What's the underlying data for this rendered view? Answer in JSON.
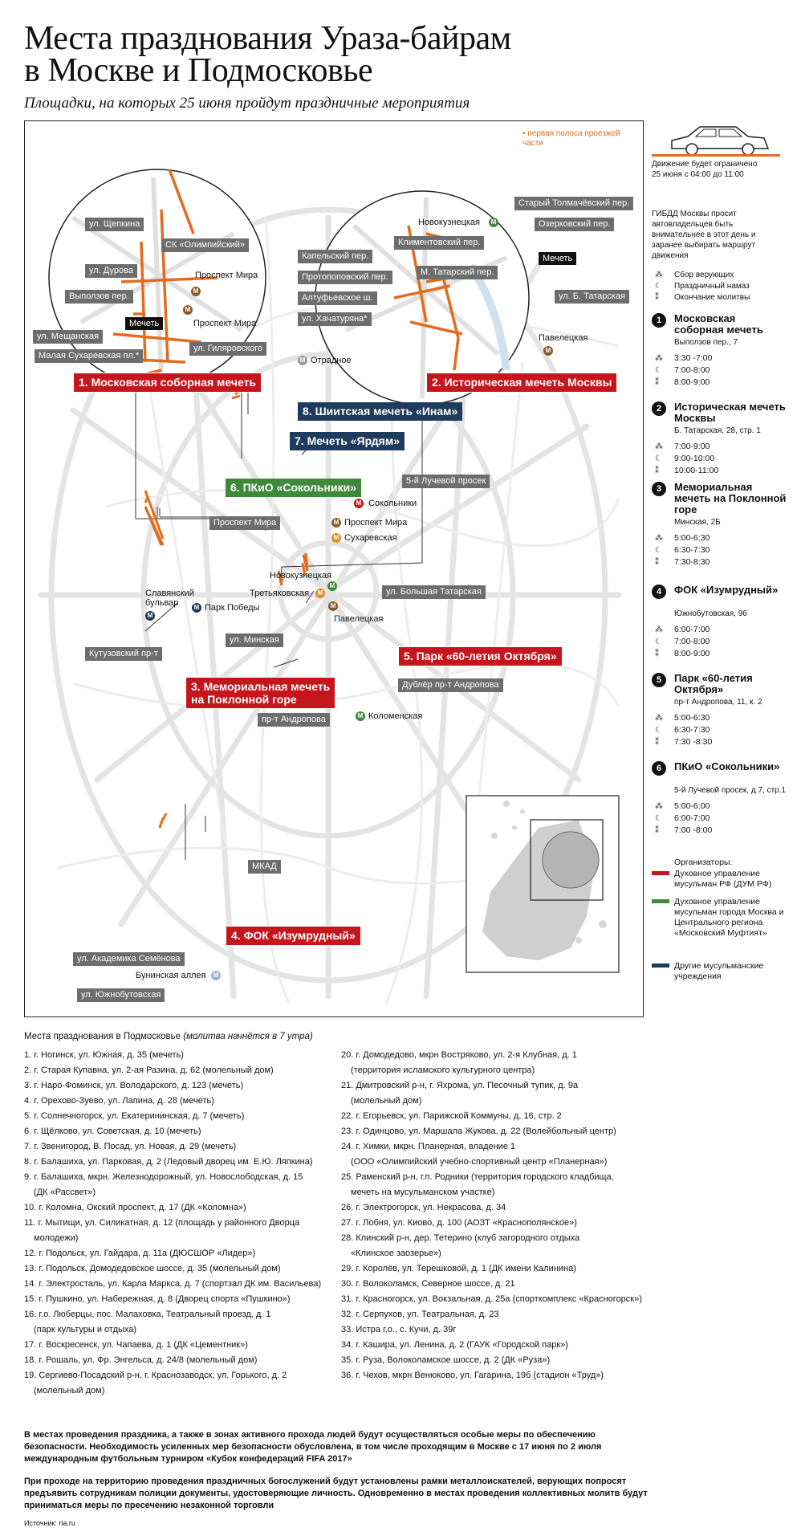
{
  "title_line1": "Места празднования Ураза-байрам",
  "title_line2": "в Москве и Подмосковье",
  "subtitle": "Площадки, на которых 25 июня пройдут праздничные мероприятия",
  "map": {
    "lane_note": "первая полоса проезжей части",
    "venues": {
      "v1": "1. Московская соборная мечеть",
      "v2": "2. Историческая мечеть Москвы",
      "v3": "3. Мемориальная мечеть на Поклонной горе",
      "v3a": "3. Мемориальная мечеть",
      "v3b": "на Поклонной горе",
      "v4": "4. ФОК «Изумрудный»",
      "v5": "5. Парк «60-летия Октября»",
      "v6": "6. ПКиО «Сокольники»",
      "v7": "7. Мечеть «Ярдям»",
      "v8": "8. Шиитская мечеть «Инам»"
    },
    "streets": {
      "s1": "ул. Щепкина",
      "s2": "СК «Олимпийский»",
      "s3": "ул. Дурова",
      "s4": "Проспект Мира",
      "s5": "Выползов пер.",
      "s6": "Мечеть",
      "s7": "ул. Мещанская",
      "s8": "Малая Сухаревская пл.*",
      "s9": "ул. Гиляровского",
      "s10": "Новокузнецкая",
      "s11": "Старый Толмачёвский пер.",
      "s12": "Озерковский пер.",
      "s13": "Климентовский пер.",
      "s14": "М. Татарский пер.",
      "s15": "ул. Б. Татарская",
      "s16": "Павелецкая",
      "s17": "Капельский пер.",
      "s18": "Протопоповский пер.",
      "s19": "Алтуфьевское ш.",
      "s20": "ул. Хачатуряна*",
      "s21": "Отрадное",
      "s22": "5-й Лучевой просек",
      "s23": "Сокольники",
      "s24": "Проспект Мира",
      "s25": "Сухаревская",
      "s26": "Новокузнецкая",
      "s27": "Третьяковская",
      "s28": "ул. Большая Татарская",
      "s29": "Павелецкая",
      "s30": "Славянский бульвар",
      "s31": "Парк Победы",
      "s32": "ул. Минская",
      "s33": "Кутузовский пр-т",
      "s34": "Дублёр пр-т Андропова",
      "s35": "пр-т Андропова",
      "s36": "Коломенская",
      "s37": "МКАД",
      "s38": "ул. Академика Семёнова",
      "s39": "Бунинская аллея",
      "s40": "ул. Южнобутовская",
      "s41": "Проспект Мира"
    },
    "metro_letter": "М"
  },
  "sidebar": {
    "traffic": "Движение будет ограничено 25 июня с 04:00 до 11:00",
    "gibdd": "ГИБДД Москвы просит автовладельцев быть внимательнее в этот день и заранее выбирать маршрут движения",
    "leg1": "Сбор верующих",
    "leg2": "Праздничный намаз",
    "leg3": "Окончание молитвы",
    "venues": [
      {
        "n": "1",
        "name": "Московская соборная мечеть",
        "addr": "Выползов пер., 7",
        "t": [
          "3:30 -7:00",
          "7:00-8:00",
          "8:00-9:00"
        ]
      },
      {
        "n": "2",
        "name": "Историческая мечеть Москвы",
        "addr": "Б. Татарская, 28, стр. 1",
        "t": [
          "7:00-9:00",
          "9:00-10:00",
          "10:00-11:00"
        ]
      },
      {
        "n": "3",
        "name": "Мемориальная мечеть на Поклонной горе",
        "addr": "Минская, 2Б",
        "t": [
          "5:00-6:30",
          "6:30-7:30",
          "7:30-8:30"
        ]
      },
      {
        "n": "4",
        "name": "ФОК «Изумрудный»",
        "addr": "Южнобутовская, 96",
        "t": [
          "6:00-7:00",
          "7:00-8:00",
          "8:00-9:00"
        ]
      },
      {
        "n": "5",
        "name": "Парк «60-летия Октября»",
        "addr": "пр-т Андропова, 11, к. 2",
        "t": [
          "5:00-6:30",
          "6:30-7:30",
          "7:30 -8:30"
        ]
      },
      {
        "n": "6",
        "name": "ПКиО «Сокольники»",
        "addr": "5-й Лучевой просек, д.7, стр.1",
        "t": [
          "5:00-6:00",
          "6:00-7:00",
          "7:00 -8:00"
        ]
      }
    ],
    "org_title": "Организаторы:",
    "org1": "Духовное управление мусульман РФ (ДУМ РФ)",
    "org2": "Духовное управление мусульман города Москва и Центрального региона «Московский Муфтият»",
    "org3": "Другие мусульманские учреждения",
    "colors": {
      "red": "#c4161c",
      "green": "#3f8a3a",
      "navy": "#1d3c5e",
      "orange": "#e46b1e"
    }
  },
  "region": {
    "heading": "Места празднования в Подмосковье",
    "heading_note": "(молитва начнётся в 7 утра)",
    "col1": [
      "1. г. Ногинск, ул. Южная, д. 35 (мечеть)",
      "2. г. Старая Купавна, ул. 2-ая Разина, д. 62 (молельный дом)",
      "3. г. Наро-Фоминск, ул. Володарского, д. 123 (мечеть)",
      "4. г. Орехово-Зуево, ул. Лапина, д. 28 (мечеть)",
      "5. г. Солнечногорск, ул. Екатерининская, д. 7 (мечеть)",
      "6. г. Щёлково, ул. Советская, д. 10 (мечеть)",
      "7. г. Звенигород, В. Посад, ул. Новая, д. 29 (мечеть)",
      "8. г. Балашиха, ул. Парковая, д. 2 (Ледовый дворец им. Е.Ю. Ляпкина)",
      "9. г. Балашиха, мкрн. Железнодорожный, ул. Новослободская, д. 15",
      "(ДК «Рассвет»)",
      "10. г. Коломна, Окский проспект, д. 17 (ДК «Коломна»)",
      "11. г. Мытищи, ул. Силикатная, д. 12 (площадь у районного Дворца",
      "молодежи)",
      "12. г. Подольск, ул. Гайдара, д. 11а (ДЮСШОР «Лидер»)",
      "13. г. Подольск, Домодедовское шоссе, д. 35 (молельный дом)",
      "14. г. Электросталь, ул. Карла Маркса, д. 7 (спортзал ДК им. Васильева)",
      "15. г. Пушкино, ул. Набережная, д. 8 (Дворец спорта «Пушкино»)",
      "16. г.о. Люберцы, пос. Малаховка, Театральный проезд, д. 1",
      "(парк культуры и отдыха)",
      "17. г. Воскресенск, ул. Чапаева, д. 1 (ДК «Цементник»)",
      "18. г. Рошаль, ул. Фр. Энгельса, д. 24/8 (молельный дом)",
      "19. Сергиево-Посадский р-н, г. Краснозаводск, ул. Горького, д. 2",
      "(молельный дом)"
    ],
    "col2": [
      "20. г. Домодедово, мкрн Востряково, ул. 2-я Клубная, д. 1",
      "(территория исламского культурного центра)",
      "21. Дмитровский р-н, г. Яхрома, ул. Песочный тупик, д. 9а",
      "(молельный дом)",
      "22. г. Егорьевск, ул. Парижской Коммуны, д. 16, стр. 2",
      "23. г. Одинцово, ул. Маршала Жукова, д. 22 (Волейбольный центр)",
      "24. г. Химки, мкрн. Планерная, владение 1",
      "(ООО «Олимпийский учебно-спортивный центр «Планерная»)",
      "25. Раменский р-н, г.п. Родники (территория городского кладбища,",
      "мечеть на мусульманском участке)",
      "26. г. Электрогорск, ул. Некрасова, д. 34",
      "27. г. Лобня, ул. Киово, д. 100 (АОЗТ «Краснополянское»)",
      "28. Клинский р-н, дер. Тетерино (клуб загородного отдыха",
      "«Клинское заозерье»)",
      "29. г. Королёв, ул. Терешковой, д. 1 (ДК имени Калинина)",
      "30. г. Волоколамск, Северное шоссе, д. 21",
      "31. г. Красногорск, ул. Вокзальная, д. 25а (спорткомплекс «Красногорск»)",
      "32. г. Серпухов, ул. Театральная, д. 23",
      "33. Истра г.о., с. Кучи, д. 39г",
      "34. г. Кашира, ул. Ленина, д. 2 (ГАУК «Городской парк»)",
      "35. г. Руза, Волоколамское шоссе, д. 2 (ДК «Руза»)",
      "36. г. Чехов, мкрн Венюково, ул. Гагарина, 19б (стадион «Труд»)"
    ]
  },
  "bottom1": "В местах проведения праздника, а также в зонах активного прохода людей будут осуществляться особые меры по обеспечению безопасности. Необходимость усиленных мер безопасности обусловлена, в том числе проходящим в Москве с 17 июня по 2 июля международным футбольным турниром «Кубок конфедераций FIFA 2017»",
  "bottom2": "При проходе на территорию проведения праздничных богослужений будут установлены рамки металлоискателей, верующих попросят предъявить сотрудникам полиции документы, удостоверяющие личность. Одновременно в местах проведения коллективных молитв будут приниматься меры по пресечению незаконной торговли",
  "source": "Источник: ria.ru"
}
